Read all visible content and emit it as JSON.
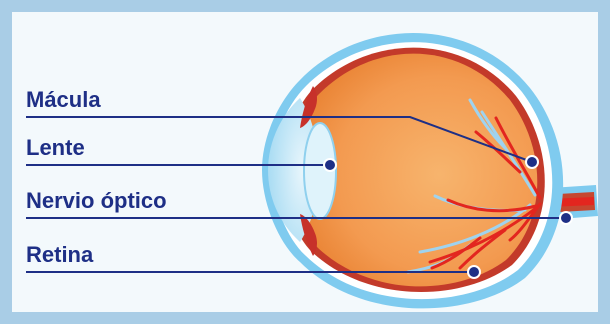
{
  "labels": {
    "macula": "Mácula",
    "lens": "Lente",
    "optic_nerve": "Nervio óptico",
    "retina": "Retina"
  },
  "colors": {
    "background_border": "#a9cde6",
    "panel": "#f3f9fc",
    "label_text": "#1e2f86",
    "leader_line": "#1e2f86",
    "sclera_outer": "#7fcbef",
    "eye_interior": "#f4a25a",
    "vessel_red": "#e3261f",
    "vessel_blue": "#9fd3ef"
  }
}
